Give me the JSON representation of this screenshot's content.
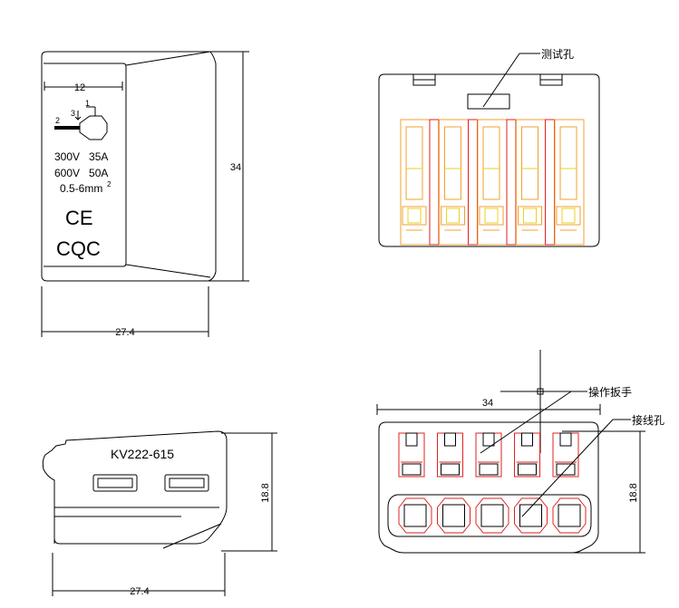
{
  "views": {
    "side_top": {
      "dim_width_top": "12",
      "dim_height": "34",
      "dim_width_bottom": "27.4",
      "pin_labels": [
        "1",
        "2",
        "3"
      ],
      "spec_lines": [
        "300V   35A",
        "600V   50A",
        "0.5-6mm"
      ],
      "spec_superscript": "2",
      "ce_mark": "CE",
      "cert_mark": "CQC"
    },
    "top_view": {
      "callout": "测试孔",
      "slot_count": 5
    },
    "front_view": {
      "model": "KV222-615",
      "dim_height": "18.8",
      "dim_width": "27.4"
    },
    "end_view": {
      "dim_width": "34",
      "dim_height": "18.8",
      "callout_lever": "操作扳手",
      "callout_hole": "接线孔",
      "lever_count": 5,
      "hole_count": 5
    }
  },
  "colors": {
    "line": "#000000",
    "orange": "#f0a030",
    "red": "#e02020",
    "yellow": "#e8d020"
  }
}
